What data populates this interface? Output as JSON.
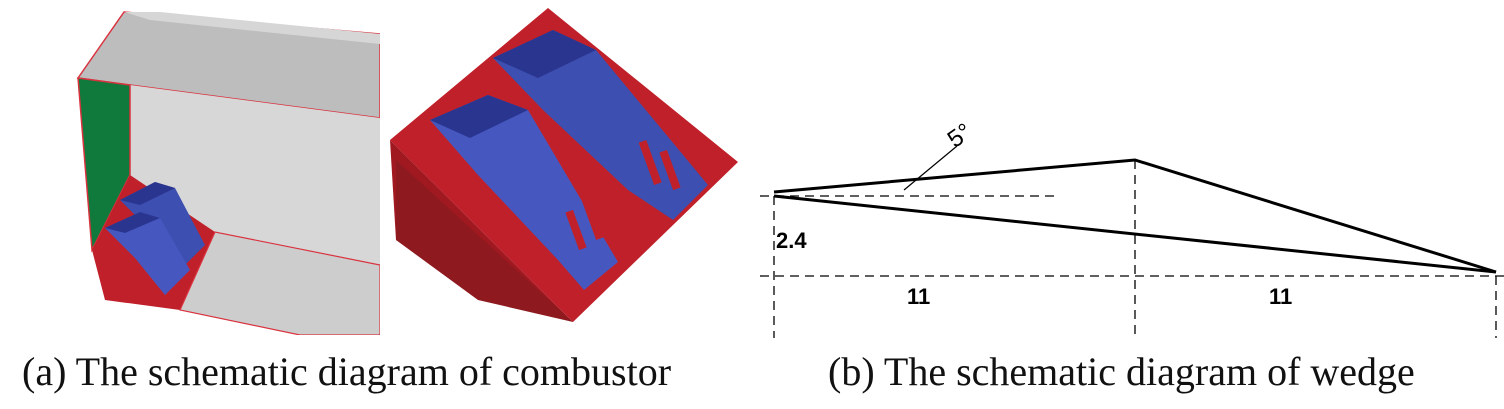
{
  "captions": {
    "a": "(a) The schematic diagram of combustor",
    "b": "(b) The schematic diagram of wedge"
  },
  "wedge": {
    "height_label": "2.4",
    "length1_label": "11",
    "length2_label": "11",
    "angle_label": "5°"
  },
  "colors": {
    "wall_gray": "#cfcfcf",
    "wedge_red": "#c0202a",
    "strut_blue": "#3d4fb0",
    "side_green": "#0f7a3c"
  }
}
